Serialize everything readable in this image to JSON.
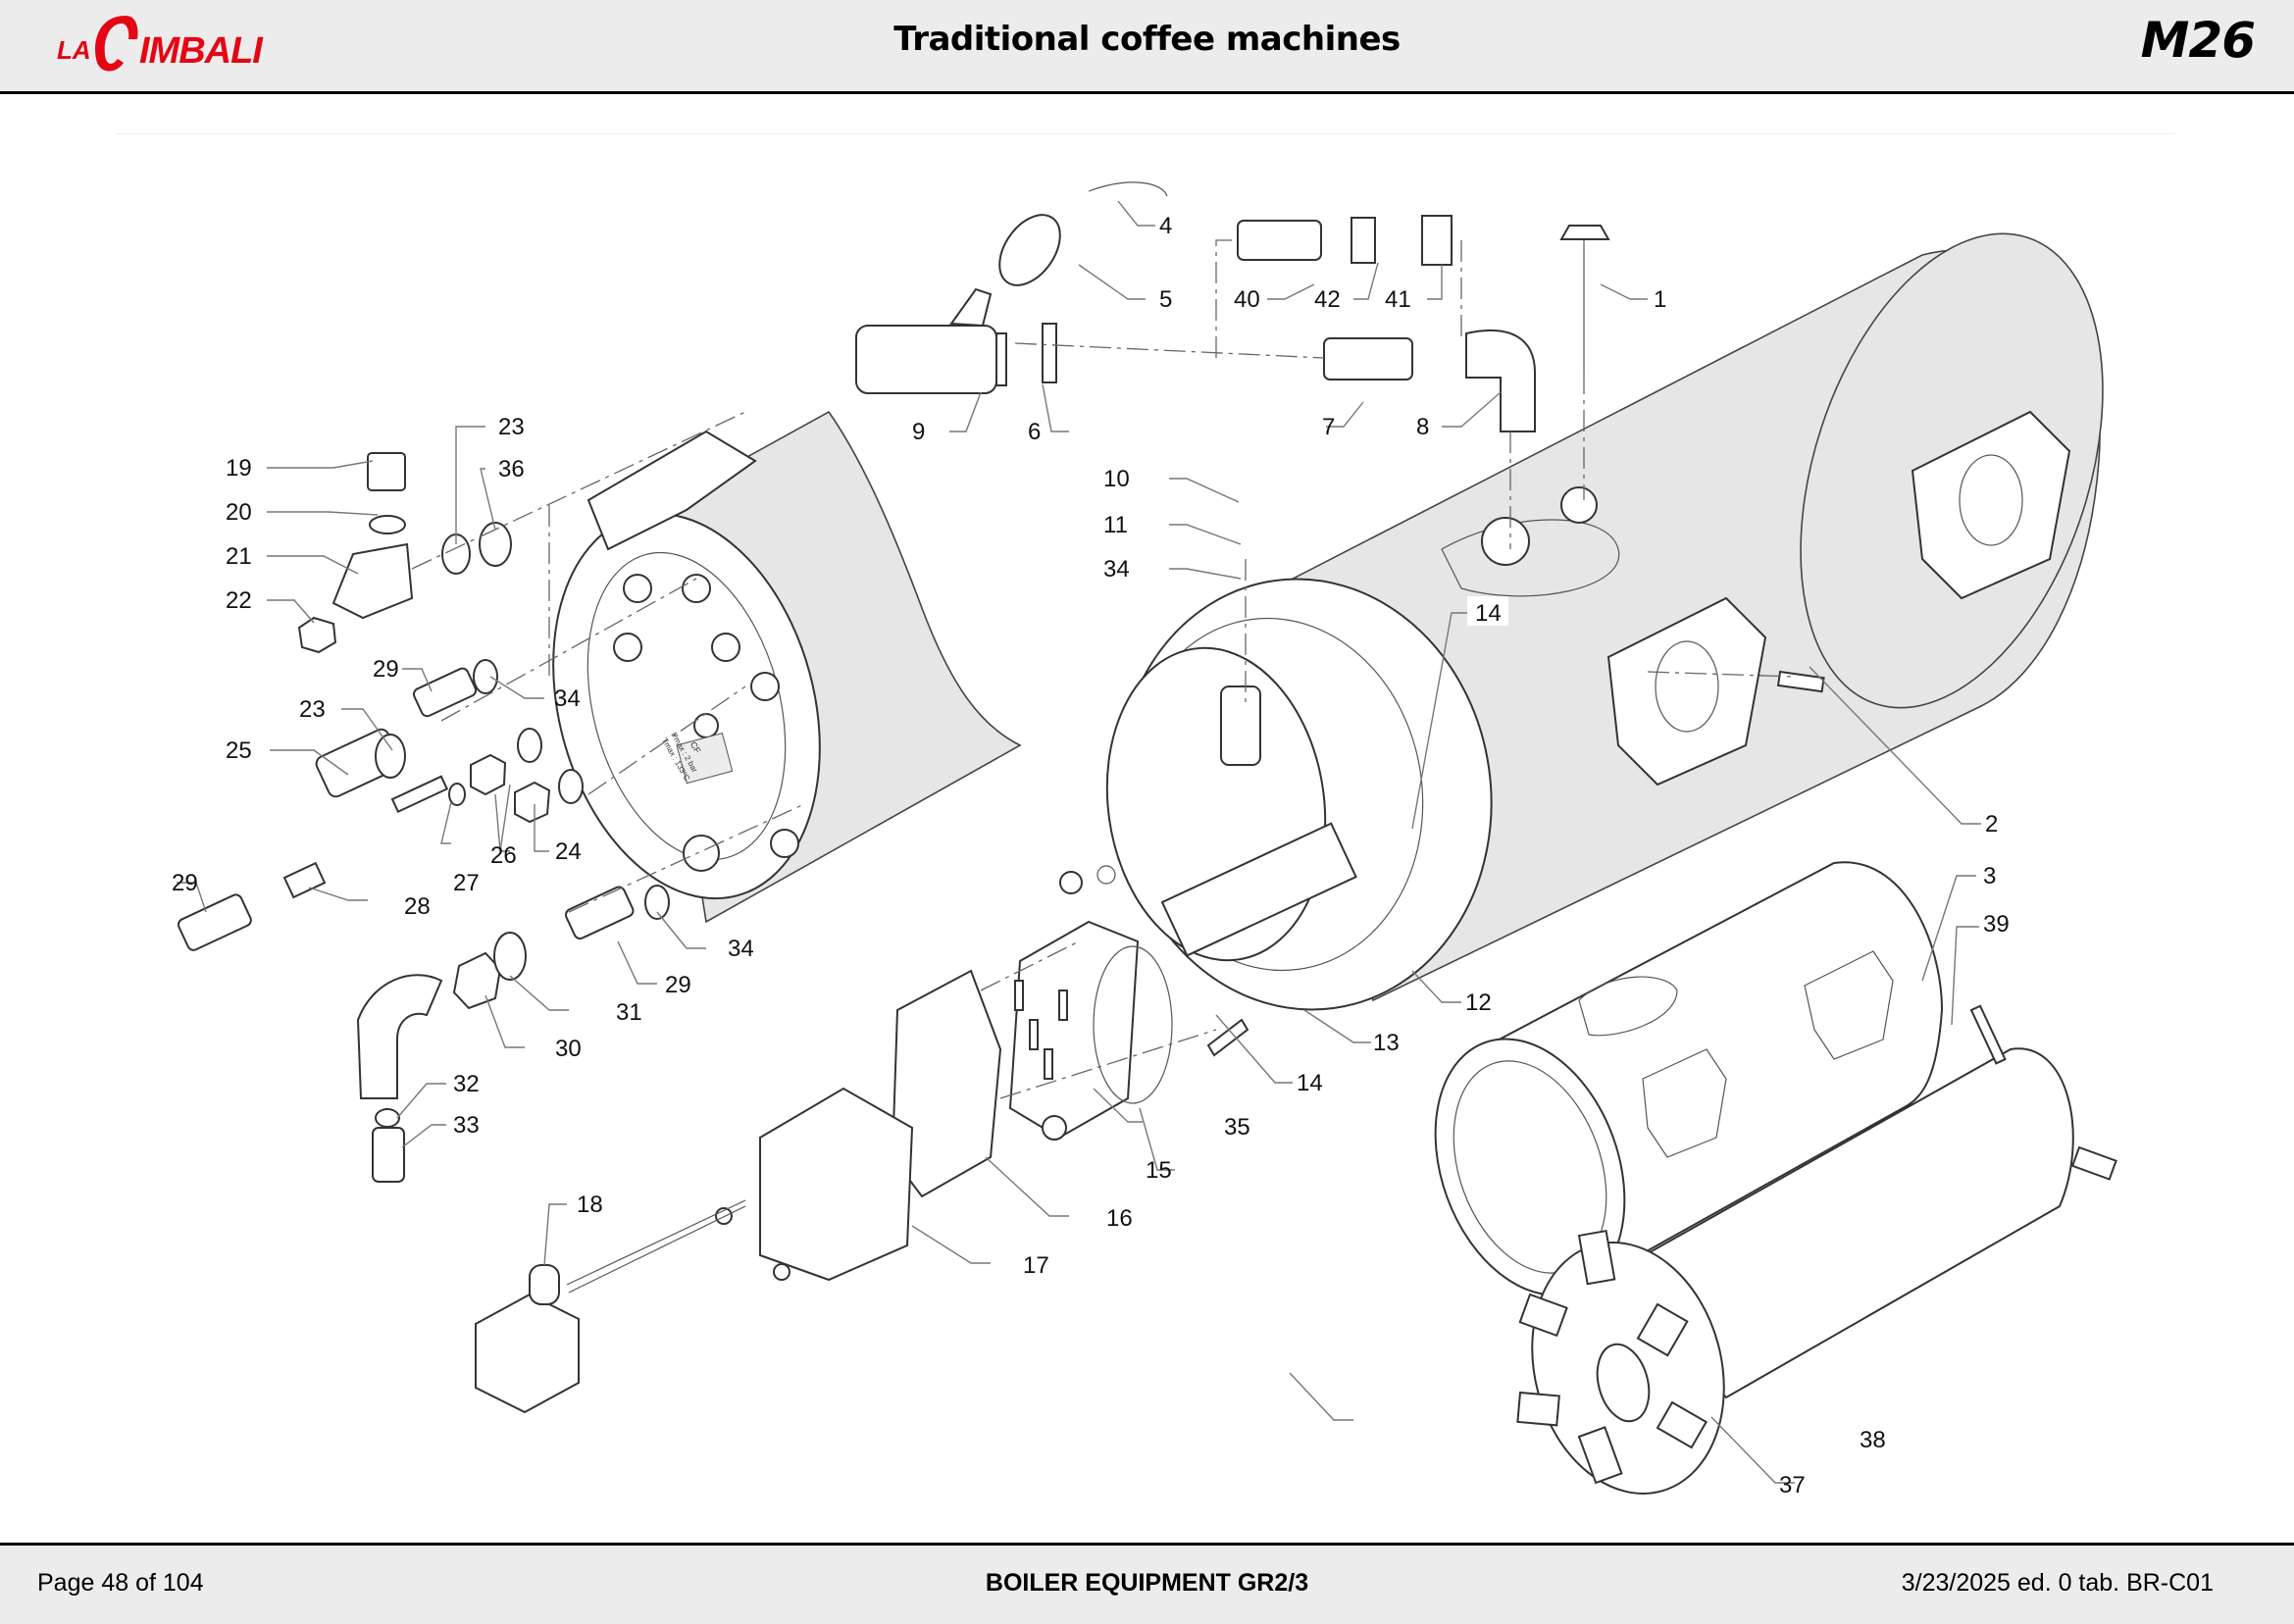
{
  "header": {
    "brand": "LA CIMBALI",
    "brand_color": "#e30613",
    "title": "Traditional coffee machines",
    "model": "M26"
  },
  "drawing": {
    "subject": "Exploded view of boiler equipment",
    "callouts": [
      {
        "id": "c1",
        "label": "1"
      },
      {
        "id": "c2",
        "label": "2"
      },
      {
        "id": "c3",
        "label": "3"
      },
      {
        "id": "c4",
        "label": "4"
      },
      {
        "id": "c5",
        "label": "5"
      },
      {
        "id": "c6",
        "label": "6"
      },
      {
        "id": "c7",
        "label": "7"
      },
      {
        "id": "c8",
        "label": "8"
      },
      {
        "id": "c9",
        "label": "9"
      },
      {
        "id": "c10",
        "label": "10"
      },
      {
        "id": "c11",
        "label": "11"
      },
      {
        "id": "c12",
        "label": "12"
      },
      {
        "id": "c13",
        "label": "13"
      },
      {
        "id": "c14a",
        "label": "14"
      },
      {
        "id": "c14b",
        "label": "14"
      },
      {
        "id": "c15",
        "label": "15"
      },
      {
        "id": "c16",
        "label": "16"
      },
      {
        "id": "c17",
        "label": "17"
      },
      {
        "id": "c18",
        "label": "18"
      },
      {
        "id": "c19",
        "label": "19"
      },
      {
        "id": "c20",
        "label": "20"
      },
      {
        "id": "c21",
        "label": "21"
      },
      {
        "id": "c22",
        "label": "22"
      },
      {
        "id": "c23a",
        "label": "23"
      },
      {
        "id": "c23b",
        "label": "23"
      },
      {
        "id": "c24",
        "label": "24"
      },
      {
        "id": "c25",
        "label": "25"
      },
      {
        "id": "c26",
        "label": "26"
      },
      {
        "id": "c27",
        "label": "27"
      },
      {
        "id": "c28",
        "label": "28"
      },
      {
        "id": "c29a",
        "label": "29"
      },
      {
        "id": "c29b",
        "label": "29"
      },
      {
        "id": "c29c",
        "label": "29"
      },
      {
        "id": "c30",
        "label": "30"
      },
      {
        "id": "c31",
        "label": "31"
      },
      {
        "id": "c32",
        "label": "32"
      },
      {
        "id": "c33",
        "label": "33"
      },
      {
        "id": "c34a",
        "label": "34"
      },
      {
        "id": "c34b",
        "label": "34"
      },
      {
        "id": "c34c",
        "label": "34"
      },
      {
        "id": "c35",
        "label": "35"
      },
      {
        "id": "c36",
        "label": "36"
      },
      {
        "id": "c37",
        "label": "37"
      },
      {
        "id": "c38",
        "label": "38"
      },
      {
        "id": "c39",
        "label": "39"
      },
      {
        "id": "c40",
        "label": "40"
      },
      {
        "id": "c41",
        "label": "41"
      },
      {
        "id": "c42",
        "label": "42"
      }
    ],
    "plate": {
      "line1": "CF",
      "line2": "Pmax : 2 bar",
      "line3": "Tmax : 133°C"
    }
  },
  "footer": {
    "page": "Page 48 of 104",
    "section": "BOILER EQUIPMENT GR2/3",
    "edition": "3/23/2025 ed. 0 tab. BR-C01"
  }
}
